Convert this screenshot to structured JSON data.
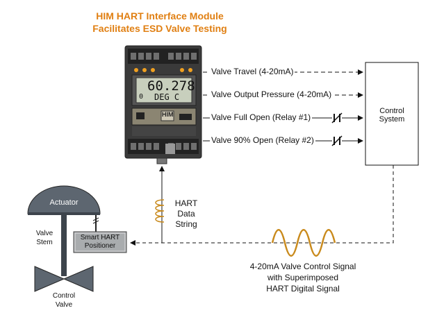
{
  "title": {
    "line1": "HIM HART Interface Module",
    "line2": "Facilitates ESD Valve Testing"
  },
  "module": {
    "display_value": "60.278",
    "display_unit": "DEG C",
    "display_channel": "0",
    "badge": "HIM"
  },
  "signals": [
    {
      "label": "Valve Travel (4-20mA)",
      "style": "dashed"
    },
    {
      "label": "Valve Output Pressure (4-20mA)",
      "style": "dashed"
    },
    {
      "label": "Valve Full Open (Relay #1)",
      "style": "relay"
    },
    {
      "label": "Valve 90% Open (Relay #2)",
      "style": "relay"
    }
  ],
  "control_system": {
    "line1": "Control",
    "line2": "System"
  },
  "actuator": {
    "label": "Actuator"
  },
  "valve_stem": {
    "line1": "Valve",
    "line2": "Stem"
  },
  "positioner": {
    "line1": "Smart HART",
    "line2": "Positioner"
  },
  "control_valve": {
    "line1": "Control",
    "line2": "Valve"
  },
  "hart_data": {
    "line1": "HART",
    "line2": "Data",
    "line3": "String"
  },
  "loop_signal": {
    "line1": "4-20mA Valve Control Signal",
    "line2": "with Superimposed",
    "line3": "HART Digital Signal"
  },
  "colors": {
    "accent": "#e07f12",
    "wave": "#c98a1c",
    "module_body": "#3a3a3a",
    "display": "#c8cfbd"
  }
}
